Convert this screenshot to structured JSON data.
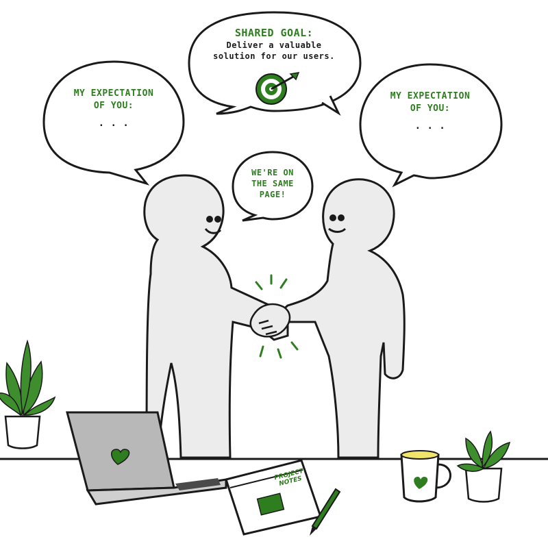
{
  "shared_goal": {
    "title": "SHARED GOAL:",
    "line1": "Deliver a valuable",
    "line2": "solution for our users."
  },
  "left_bubble": {
    "line1": "MY EXPECTATION",
    "line2": "OF YOU:",
    "ellipsis": ". . ."
  },
  "right_bubble": {
    "line1": "MY EXPECTATION",
    "line2": "OF YOU:",
    "ellipsis": ". . ."
  },
  "center_bubble": {
    "line1": "WE'RE ON",
    "line2": "THE SAME",
    "line3": "PAGE!"
  },
  "notebook": {
    "line1": "PROJECT",
    "line2": "NOTES"
  },
  "colors": {
    "accent": "#2e7d1f",
    "stroke": "#1a1a1a",
    "figure": "#ececec",
    "laptop": "#b8b8b8"
  },
  "icons": [
    "target-icon",
    "heart-icon",
    "sparkle-icon",
    "plant-icon",
    "mug-icon",
    "pen-icon"
  ]
}
